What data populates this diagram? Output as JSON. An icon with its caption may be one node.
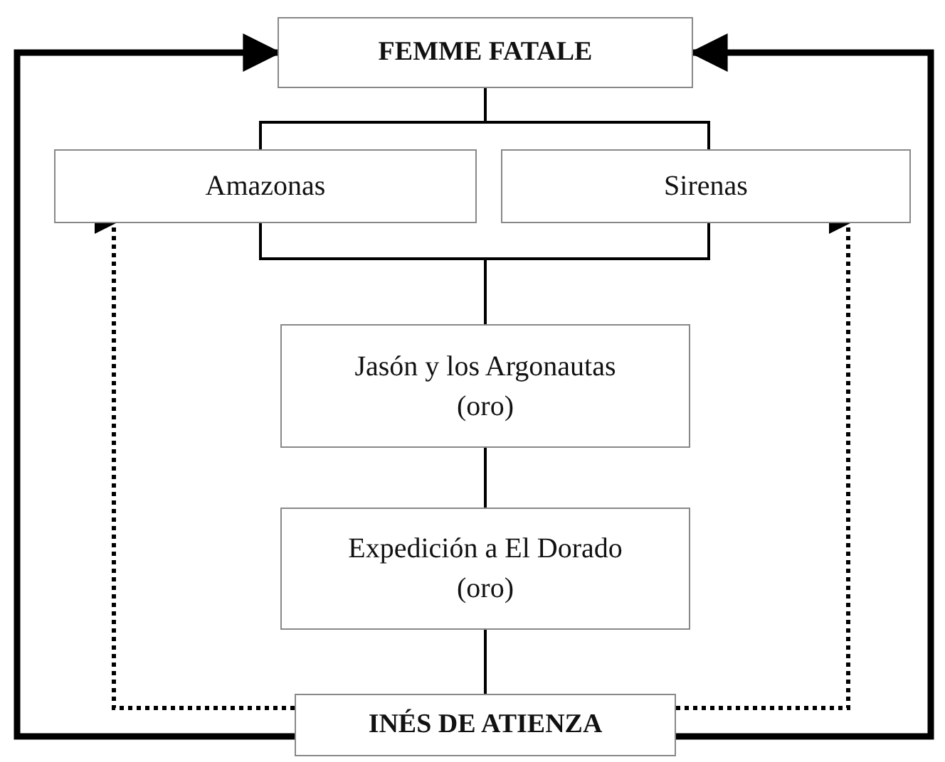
{
  "diagram": {
    "nodes": [
      {
        "text": [
          "FEMME FATALE"
        ]
      },
      {
        "text": [
          "Amazonas"
        ]
      },
      {
        "text": [
          "Sirenas"
        ]
      },
      {
        "text": [
          "Jasón y los Argonautas (oro)"
        ]
      },
      {
        "text": [
          "Expedición a El Dorado (oro)"
        ]
      },
      {
        "text": [
          "INÉS DE ATIENZA"
        ]
      }
    ],
    "edges": [
      {
        "from": 0,
        "to": 1,
        "arrow": "none"
      },
      {
        "from": 0,
        "to": 2,
        "arrow": "none"
      },
      {
        "from": 1,
        "to": 3,
        "arrow": "none"
      },
      {
        "from": 2,
        "to": 3,
        "arrow": "none"
      },
      {
        "from": 3,
        "to": 4,
        "arrow": "none"
      },
      {
        "from": 4,
        "to": 5,
        "arrow": "none"
      },
      {
        "from": 5,
        "to": 0,
        "arrow": "to",
        "style": "thick"
      },
      {
        "from": 5,
        "to": 0,
        "arrow": "to",
        "style": "thick"
      },
      {
        "from": 5,
        "to": 1,
        "arrow": "to",
        "style": "dashed"
      },
      {
        "from": 5,
        "to": 2,
        "arrow": "to",
        "style": "dashed"
      }
    ]
  }
}
